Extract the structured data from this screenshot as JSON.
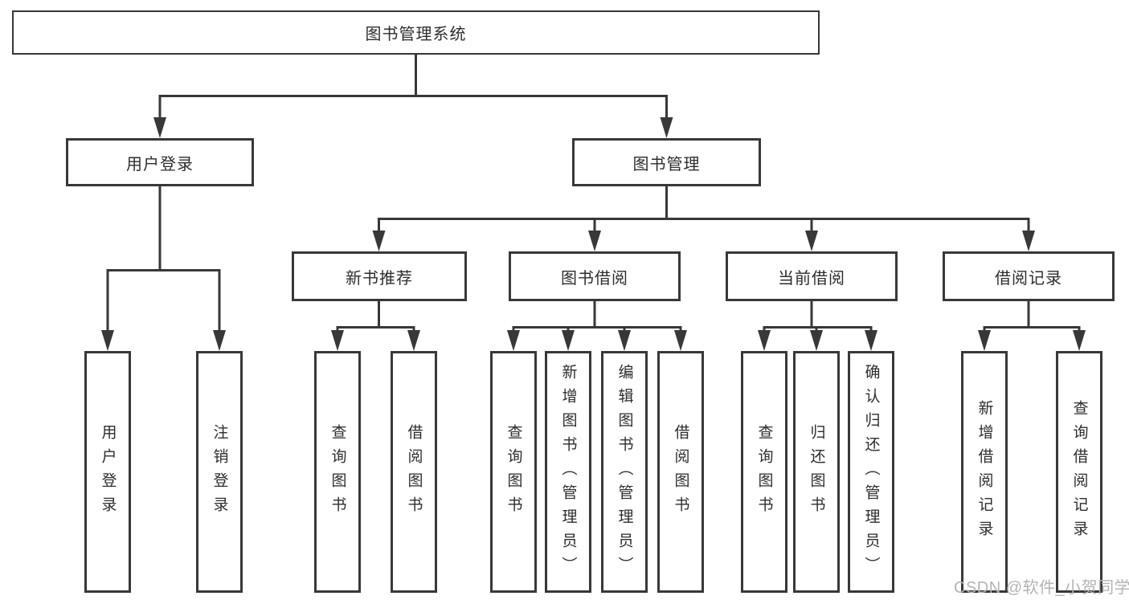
{
  "tree": {
    "root": "图书管理系统",
    "user_login": {
      "label": "用户登录",
      "children": [
        "用户登录",
        "注销登录"
      ]
    },
    "book_mgmt": {
      "label": "图书管理",
      "groups": [
        {
          "label": "新书推荐",
          "children": [
            "查询图书",
            "借阅图书"
          ]
        },
        {
          "label": "图书借阅",
          "children": [
            "查询图书",
            "新增图书（管理员）",
            "编辑图书（管理员）",
            "借阅图书"
          ]
        },
        {
          "label": "当前借阅",
          "children": [
            "查询图书",
            "归还图书",
            "确认归还（管理员）"
          ]
        },
        {
          "label": "借阅记录",
          "children": [
            "新增借阅记录",
            "查询借阅记录"
          ]
        }
      ]
    }
  },
  "watermark": "CSDN @软件_小贺同学",
  "colors": {
    "line": "#383838",
    "box_border": "#383838",
    "text": "#2d2d2d",
    "watermark": "#b3b3b7",
    "background": "#ffffff"
  }
}
